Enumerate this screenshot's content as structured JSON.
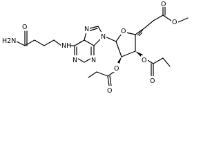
{
  "diagram": {
    "type": "chemical-structure",
    "atom_labels": {
      "h2n": "H2N",
      "o_amide": "O",
      "nh": "NH",
      "n_purine_7": "N",
      "n_purine_9": "N",
      "n_purine_1": "N",
      "n_purine_3": "N",
      "o_ring": "O",
      "o_ester_carbonyl": "O",
      "o_ester_methoxy": "O",
      "o_acyl_3": "O",
      "o_acyl_3_carbonyl": "O",
      "o_acyl_2": "O",
      "o_acyl_2_carbonyl": "O"
    },
    "colors": {
      "bond": "#000000",
      "background": "#ffffff"
    }
  }
}
